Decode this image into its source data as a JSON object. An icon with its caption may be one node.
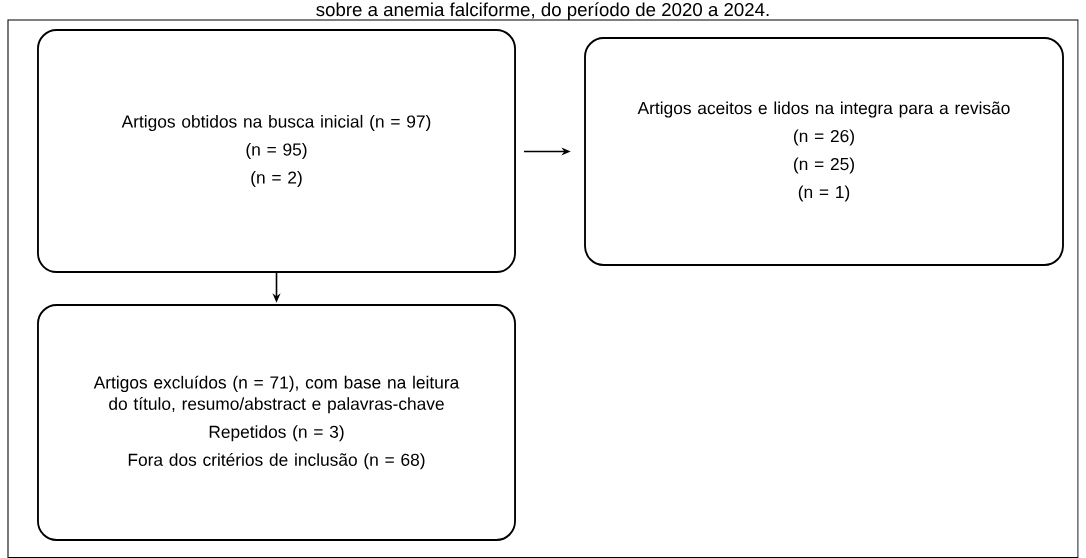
{
  "diagram": {
    "title": "sobre a anemia falciforme, do período de 2020 a 2024.",
    "nodes": [
      {
        "text": [
          "Artigos obtidos na busca inicial (n = 97)",
          "(n = 95)",
          "(n = 2)"
        ]
      },
      {
        "text": [
          "Artigos aceitos e lidos na integra para a revisão",
          "(n = 26)",
          "(n = 25)",
          "(n = 1)"
        ]
      },
      {
        "text": [
          "Artigos excluídos (n = 71), com base na leitura do título, resumo/abstract e palavras-chave",
          "Repetidos (n = 3)",
          "Fora dos critérios de inclusão (n = 68)"
        ]
      }
    ],
    "edges": [
      {
        "from": 0,
        "to": 1,
        "arrow": "to"
      },
      {
        "from": 0,
        "to": 2,
        "arrow": "to"
      }
    ]
  }
}
